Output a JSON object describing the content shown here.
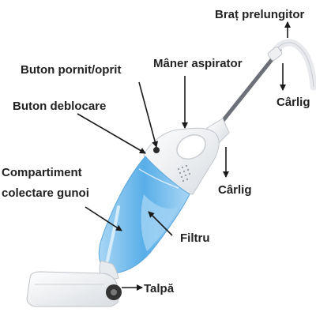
{
  "labels": {
    "extension_arm": "Braț prelungitor",
    "hook_top": "Cârlig",
    "power_button": "Buton pornit/oprit",
    "vacuum_handle": "Mâner aspirator",
    "release_button": "Buton deblocare",
    "dust_compartment_line1": "Compartiment",
    "dust_compartment_line2": "colectare gunoi",
    "hook_mid": "Cârlig",
    "filter": "Filtru",
    "base": "Talpă"
  },
  "colors": {
    "text": "#222222",
    "arrow": "#1a1a1a",
    "body_white": "#f2f3f5",
    "container_blue": "#7cc0ee",
    "container_light": "#c9e6fa",
    "shaft": "#6d7078"
  }
}
